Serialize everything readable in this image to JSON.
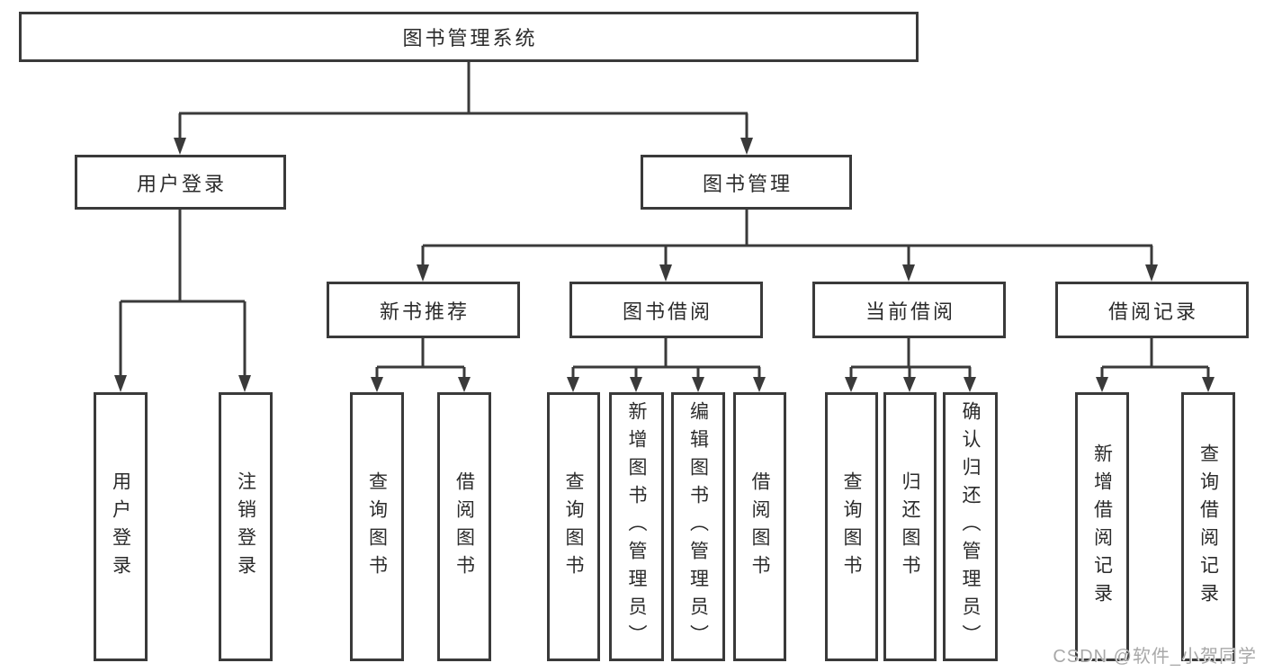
{
  "diagram": {
    "root": "图书管理系统",
    "modules": [
      {
        "label": "用户登录",
        "features": [
          "用户登录",
          "注销登录"
        ]
      },
      {
        "label": "图书管理",
        "submodules": [
          {
            "label": "新书推荐",
            "features": [
              "查询图书",
              "借阅图书"
            ]
          },
          {
            "label": "图书借阅",
            "features": [
              "查询图书",
              "新增图书（管理员）",
              "编辑图书（管理员）",
              "借阅图书"
            ]
          },
          {
            "label": "当前借阅",
            "features": [
              "查询图书",
              "归还图书",
              "确认归还（管理员）"
            ]
          },
          {
            "label": "借阅记录",
            "features": [
              "新增借阅记录",
              "查询借阅记录"
            ]
          }
        ]
      }
    ]
  },
  "watermark": {
    "text": "CSDN @软件_小贺同学"
  },
  "colors": {
    "line": "#3a3a3a",
    "text": "#2b2b2b",
    "watermark": "#a8a8a8",
    "background": "#ffffff"
  }
}
